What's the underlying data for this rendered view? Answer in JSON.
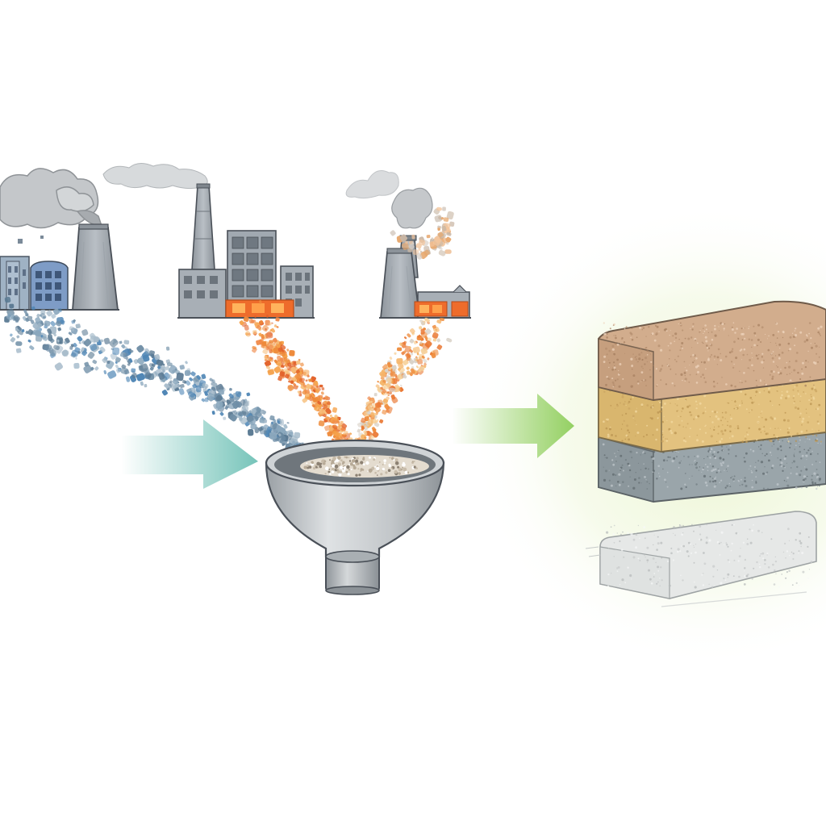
{
  "diagram": {
    "colors": {
      "background": "#ffffff",
      "factory_gray": "#a9b0b7",
      "factory_blue": "#7c9bc2",
      "stream_blue": "#6f8ea6",
      "stream_orange": "#ee8a3a",
      "arrow_teal": "#6fc1b6",
      "arrow_green": "#8fce5c",
      "funnel_gray": "#b7bcc0",
      "brick_tan": "#d2ad8d",
      "brick_yellow": "#e3c27f",
      "brick_gray": "#8f9ba0",
      "brick_white": "#e6e8e7",
      "glow_green": "#eaf5cf"
    },
    "nodes": [
      {
        "id": "factory-left",
        "icon": "factory-icon"
      },
      {
        "id": "factory-middle",
        "icon": "factory-icon"
      },
      {
        "id": "factory-right",
        "icon": "factory-icon"
      },
      {
        "id": "funnel",
        "icon": "funnel-icon"
      },
      {
        "id": "brick-stack",
        "icon": "brick-stack-icon"
      },
      {
        "id": "brick-white",
        "icon": "brick-icon"
      }
    ],
    "edges": [
      {
        "from": "factory-left",
        "to": "funnel",
        "style": "blue-particle-stream"
      },
      {
        "from": "factory-middle",
        "to": "funnel",
        "style": "orange-particle-stream"
      },
      {
        "from": "factory-right",
        "to": "funnel",
        "style": "orange-particle-stream"
      },
      {
        "from": "funnel",
        "to": "brick-stack",
        "style": "green-arrow"
      }
    ]
  }
}
